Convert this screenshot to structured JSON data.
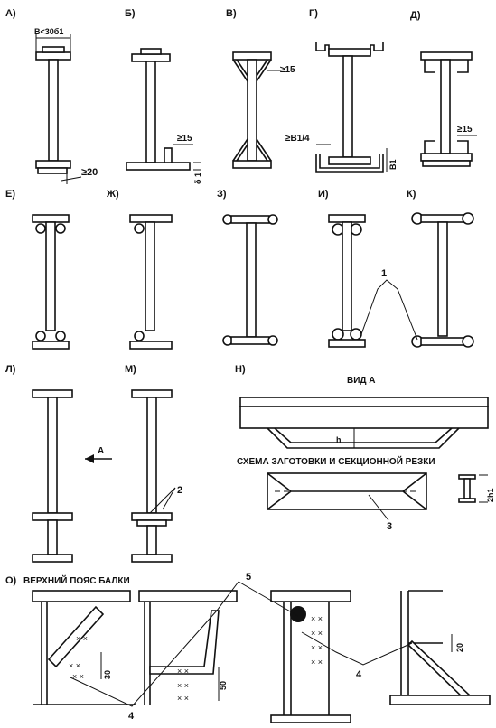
{
  "panels": {
    "a": "А)",
    "b": "Б)",
    "v": "В)",
    "g": "Г)",
    "d": "Д)",
    "e": "Е)",
    "zh": "Ж)",
    "z": "З)",
    "i": "И)",
    "k": "К)",
    "l": "Л)",
    "m": "М)",
    "n": "Н)",
    "o": "О)"
  },
  "dimensions": {
    "a_top": "B<30б1",
    "a_bottom": "≥20",
    "b_right": "≥15",
    "b_delta": "δ 1",
    "v_right": "≥15",
    "g_left": "≥B1/4",
    "g_height": "B1",
    "d_right": "≥15",
    "n_h": "h",
    "n_2h": "2h1",
    "o_30": "30",
    "o_50": "50",
    "o_20": "20"
  },
  "callouts": {
    "c1": "1",
    "c2": "2",
    "c3": "3",
    "c4a": "4",
    "c4b": "4",
    "c5": "5"
  },
  "view_label": "ВИД А",
  "arrow_label": "А",
  "scheme_title": "СХЕМА ЗАГОТОВКИ И СЕКЦИОННОЙ РЕЗКИ",
  "upper_chord": "ВЕРХНИЙ ПОЯС БАЛКИ"
}
